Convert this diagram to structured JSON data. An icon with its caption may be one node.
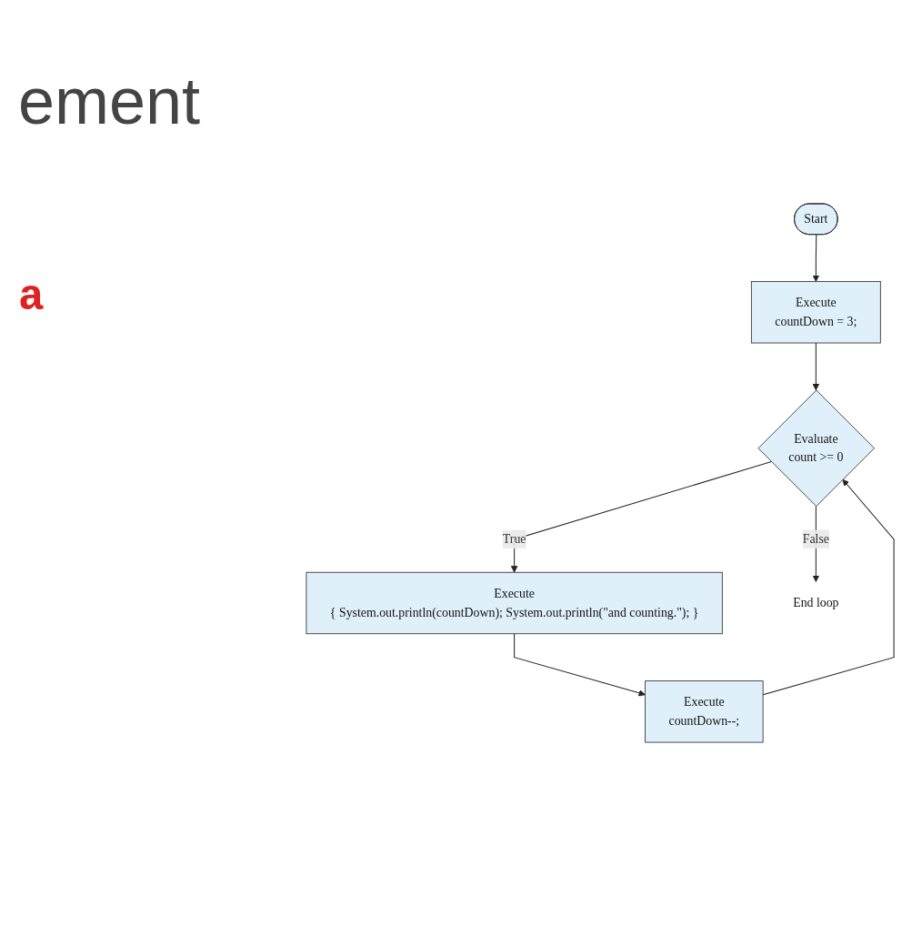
{
  "diagram": {
    "nodes": [
      {
        "text": [
          "Start"
        ]
      },
      {
        "text": [
          "Execute",
          "countDown = 3;"
        ]
      },
      {
        "text": [
          "Evaluate",
          "count >= 0"
        ]
      },
      {
        "text": [
          "Execute",
          "{ System.out.println(countDown); System.out.println(\"and counting.\"); }"
        ]
      },
      {
        "text": [
          "End loop"
        ]
      },
      {
        "text": [
          "Execute",
          "countDown--;"
        ]
      }
    ],
    "edges": [
      {
        "from": 0,
        "to": 1,
        "arrow": "to"
      },
      {
        "from": 1,
        "to": 2,
        "arrow": "to"
      },
      {
        "from": 2,
        "to": 3,
        "label": "True",
        "arrow": "to"
      },
      {
        "from": 2,
        "to": 4,
        "label": "False",
        "arrow": "to"
      },
      {
        "from": 3,
        "to": 5,
        "arrow": "to"
      },
      {
        "from": 5,
        "to": 2,
        "arrow": "to"
      }
    ],
    "labels": [
      "ement",
      "a"
    ]
  }
}
